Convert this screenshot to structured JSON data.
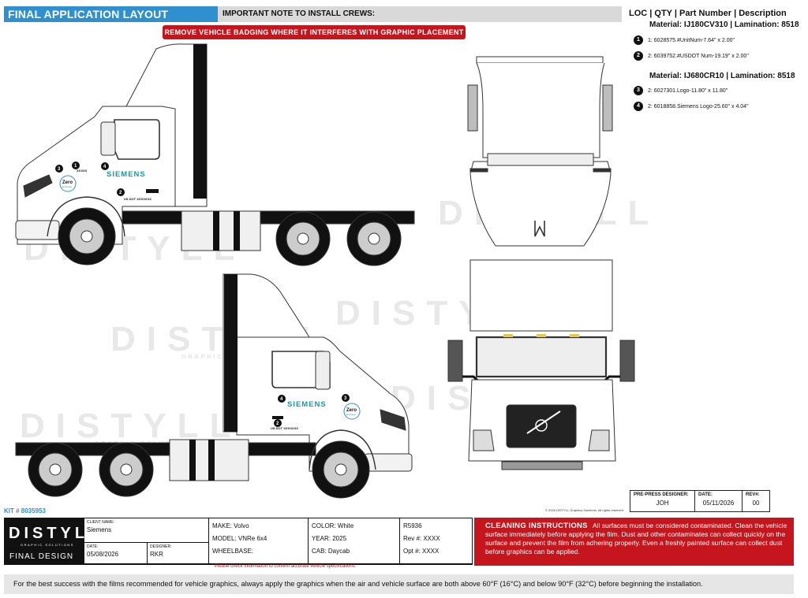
{
  "header": {
    "title": "FINAL APPLICATION LAYOUT",
    "note_label": "IMPORTANT NOTE TO INSTALL CREWS:",
    "red_note": "REMOVE VEHICLE BADGING WHERE IT INTERFERES WITH GRAPHIC PLACEMENT"
  },
  "legend": {
    "heading": "LOC | QTY | Part Number | Description",
    "groups": [
      {
        "material": "Material: IJ180CV310 | Lamination: 8518",
        "items": [
          {
            "loc": "1",
            "text": "1: 6028575.#UnitNum-7.64\" x 2.00\""
          },
          {
            "loc": "2",
            "text": "2: 6039752.#USDOT Num-19.19\" x 2.00\""
          }
        ]
      },
      {
        "material": "Material: IJ680CR10 | Lamination: 8518",
        "items": [
          {
            "loc": "3",
            "text": "2: 6027301.Logo-11.80\" x 11.80\""
          },
          {
            "loc": "4",
            "text": "2: 6018858.Siemens Logo-25.60\" x 4.04\""
          }
        ]
      }
    ]
  },
  "graphics": {
    "brand_name": "SIEMENS",
    "unit_number": "XXXXX",
    "dot_text": "US DOT XXXXXXX",
    "zero_logo_title": "Zero",
    "zero_logo_sub": "Emission",
    "watermark": "DISTYLL",
    "watermark_sub": "GRAPHIC SOLUTIONS",
    "callouts": [
      "1",
      "2",
      "3",
      "4"
    ]
  },
  "kit": "KIT # 8035953",
  "copyright": "© 2026 DISTYLL Graphics Solutions. All rights reserved.",
  "prepress": {
    "designer_label": "PRE-PRESS DESIGNER:",
    "designer": "JOH",
    "date_label": "DATE:",
    "date": "05/11/2026",
    "rev_label": "REV#:",
    "rev": "00"
  },
  "titleblock": {
    "logo": "DISTYLL",
    "logo_tag": "GRAPHIC SOLUTIONS",
    "final_design": "FINAL DESIGN",
    "client_label": "CLIENT NAME:",
    "client": "Siemens",
    "date_label": "DATE:",
    "date": "05/08/2026",
    "designer_label": "DESIGNER:",
    "designer": "RKR",
    "make": "MAKE: Volvo",
    "model": "MODEL: VNRe 6x4",
    "wheelbase": "WHEELBASE:",
    "color": "COLOR: White",
    "year": "YEAR: 2025",
    "cab": "CAB: Daycab",
    "code": "R5936",
    "rev": "Rev #:  XXXX",
    "opt": "Opt #:  XXXX",
    "check_note": "Please check information to confirm accurate vehicle specifications."
  },
  "cleaning": {
    "title": "CLEANING INSTRUCTIONS",
    "text": "All surfaces must be considered contaminated. Clean the vehicle surface immediately before applying the film. Dust and other contaminates can collect quickly on the surface and prevent the film from adhering properly. Even a freshly painted surface can collect dust before graphics can be applied."
  },
  "footer": "For the best success with the films recommended for vehicle graphics, always apply the graphics when the air and vehicle surface are both above 60°F (16°C) and below 90°F (32°C) before beginning the installation."
}
